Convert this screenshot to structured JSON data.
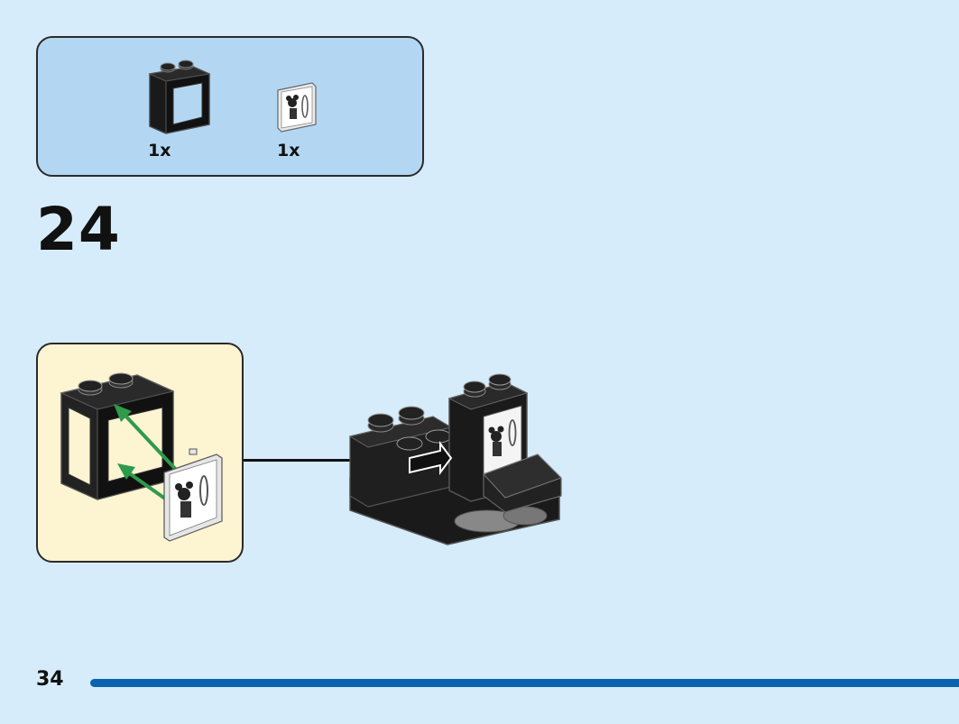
{
  "parts_list": {
    "items": [
      {
        "name": "window-frame-1x2x2-black",
        "qty": "1x"
      },
      {
        "name": "printed-tile-steamboat-willie",
        "qty": "1x"
      }
    ]
  },
  "step": {
    "number": "24"
  },
  "page": {
    "number": "34"
  },
  "colors": {
    "background": "#d6ecfb",
    "parts_box": "#b3d7f3",
    "callout": "#fdf4d2",
    "arrow_green": "#2e9b4a",
    "page_bar": "#0b63b0"
  }
}
